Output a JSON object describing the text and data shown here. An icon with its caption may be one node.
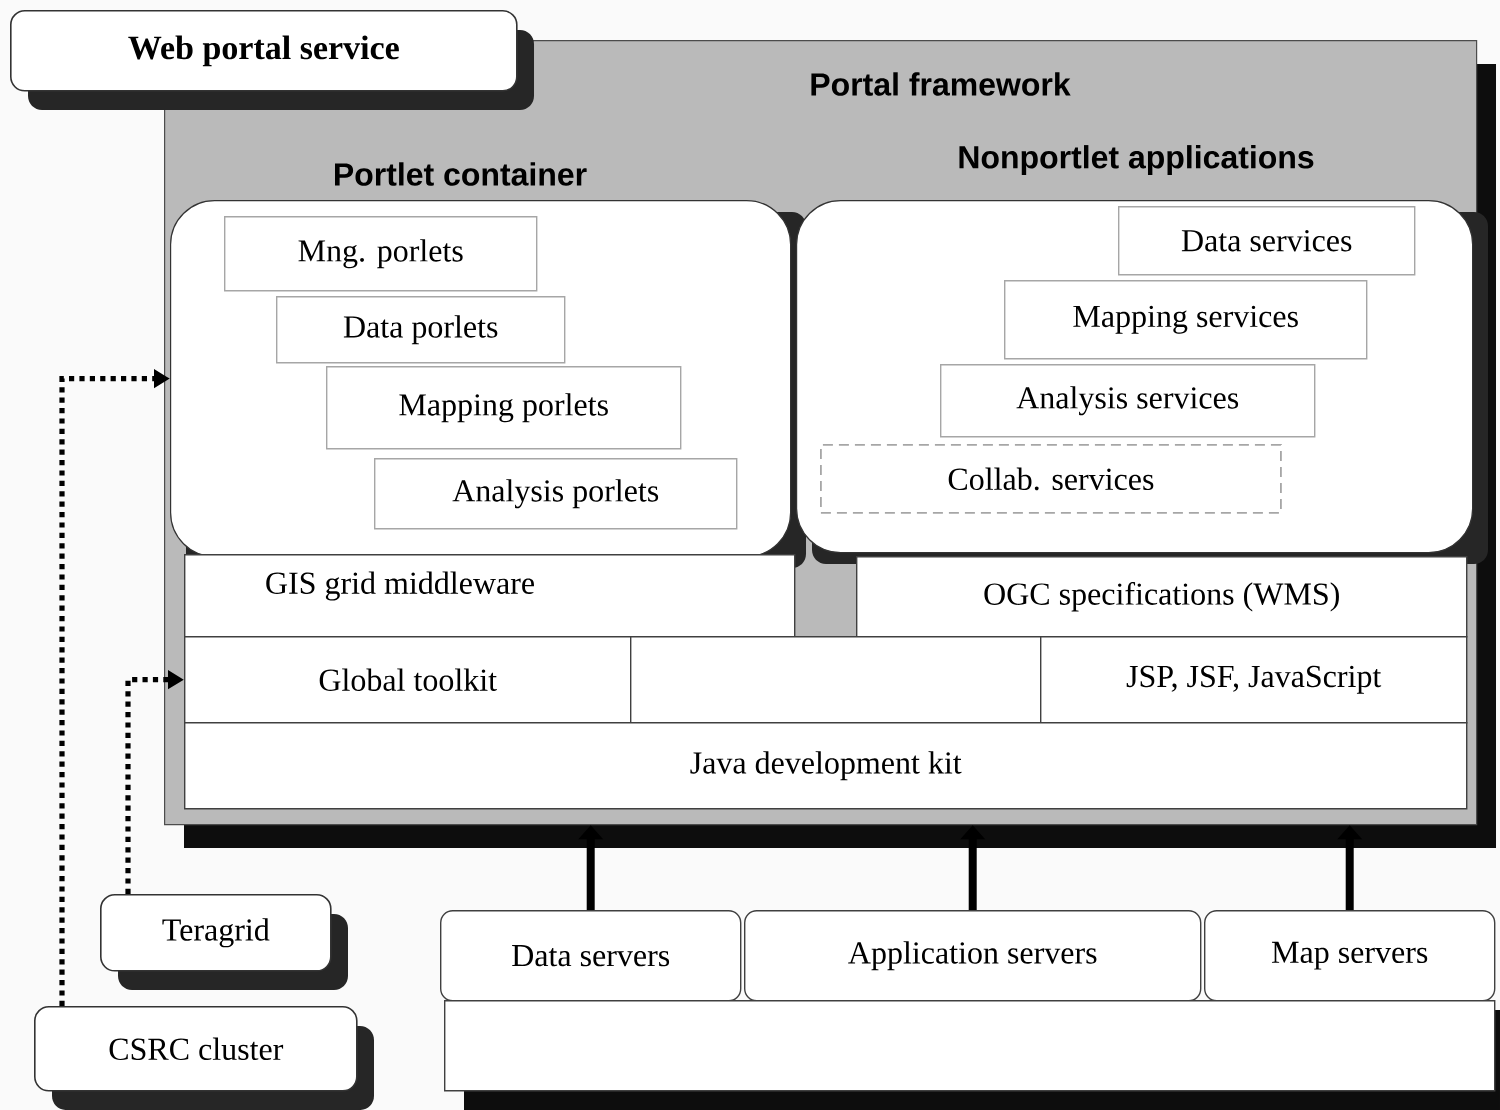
{
  "diagram": {
    "nodes": [
      {
        "text": [
          "Web portal service"
        ]
      },
      {
        "text": [
          "Portal framework"
        ]
      },
      {
        "text": [
          "Portlet container"
        ],
        "in": 1
      },
      {
        "text": [
          "Mng. porlets"
        ],
        "in": 2
      },
      {
        "text": [
          "Data porlets"
        ],
        "in": 2
      },
      {
        "text": [
          "Mapping porlets"
        ],
        "in": 2
      },
      {
        "text": [
          "Analysis porlets"
        ],
        "in": 2
      },
      {
        "text": [
          "Nonportlet applications"
        ],
        "in": 1
      },
      {
        "text": [
          "Data services"
        ],
        "in": 7
      },
      {
        "text": [
          "Mapping services"
        ],
        "in": 7
      },
      {
        "text": [
          "Analysis services"
        ],
        "in": 7
      },
      {
        "text": [
          "Collab. services"
        ],
        "in": 7
      },
      {
        "text": [
          "GIS grid middleware"
        ],
        "in": 1
      },
      {
        "text": [
          "OGC specifications (WMS)"
        ],
        "in": 1
      },
      {
        "text": [
          "Global toolkit"
        ],
        "in": 1
      },
      {
        "text": [],
        "shape": "box",
        "in": 1
      },
      {
        "text": [
          "JSP, JSF, JavaScript"
        ],
        "in": 1
      },
      {
        "text": [
          "Java development kit"
        ],
        "in": 1
      },
      {
        "text": [
          "Teragrid"
        ]
      },
      {
        "text": [
          "CSRC cluster"
        ]
      },
      {
        "text": [
          "Data servers"
        ]
      },
      {
        "text": [
          "Application servers"
        ]
      },
      {
        "text": [
          "Map servers"
        ]
      },
      {
        "text": [],
        "shape": "box"
      }
    ],
    "edges": [
      {
        "from": 20,
        "to": 1,
        "arrow": "to"
      },
      {
        "from": 21,
        "to": 1,
        "arrow": "to"
      },
      {
        "from": 22,
        "to": 1,
        "arrow": "to"
      },
      {
        "from": 19,
        "to": 2,
        "arrow": "to",
        "style": "dashed"
      },
      {
        "from": 18,
        "to": 14,
        "arrow": "to",
        "style": "dashed"
      }
    ]
  }
}
